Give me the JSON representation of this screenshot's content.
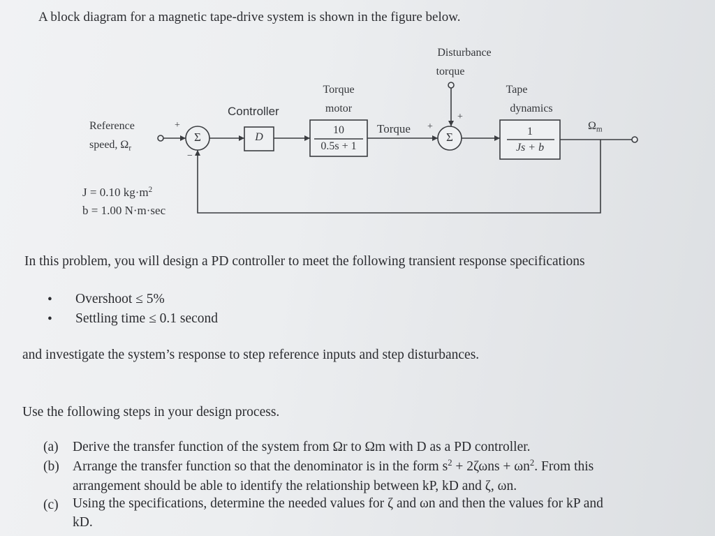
{
  "intro": "A block diagram for a magnetic tape-drive system is shown in the figure below.",
  "diagram": {
    "reference_label_line1": "Reference",
    "reference_label_line2": "speed, Ω",
    "reference_subscript": "r",
    "controller_label": "Controller",
    "controller_block": "D",
    "torque_motor_line1": "Torque",
    "torque_motor_line2": "motor",
    "motor_numerator": "10",
    "motor_denominator": "0.5s + 1",
    "torque_label": "Torque",
    "disturbance_line1": "Disturbance",
    "disturbance_line2": "torque",
    "tape_line1": "Tape",
    "tape_line2": "dynamics",
    "tape_numerator": "1",
    "tape_denominator": "Js + b",
    "output_label": "Ω",
    "output_subscript": "m",
    "sum_symbol": "Σ",
    "plus": "+",
    "minus": "−",
    "param_J": "J = 0.10 kg·m",
    "param_J_exp": "2",
    "param_b": "b = 1.00 N·m·sec"
  },
  "problem_statement": "In this problem, you will design a PD controller to meet the following transient response specifications",
  "specs": [
    "Overshoot ≤ 5%",
    "Settling time ≤ 0.1 second"
  ],
  "bullet_char": "•",
  "investigate": "and investigate the system’s response to step reference inputs and step disturbances.",
  "steps_intro": "Use the following steps in your design process.",
  "steps": {
    "a_mark": "(a)",
    "a_text": "Derive the transfer function of the system from Ωr to Ωm with D as a PD controller.",
    "b_mark": "(b)",
    "b_line1_pre": "Arrange the transfer function so that the denominator is in the form s",
    "b_line1_mid": " + 2ζωns + ωn",
    "b_line1_post": ". From this",
    "b_line2": "arrangement should be able to identify the relationship between kP, kD and ζ, ωn.",
    "c_mark": "(c)",
    "c_line1": "Using the specifications, determine the needed values for ζ and ωn and then the values for kP and",
    "c_line2": "kD."
  }
}
